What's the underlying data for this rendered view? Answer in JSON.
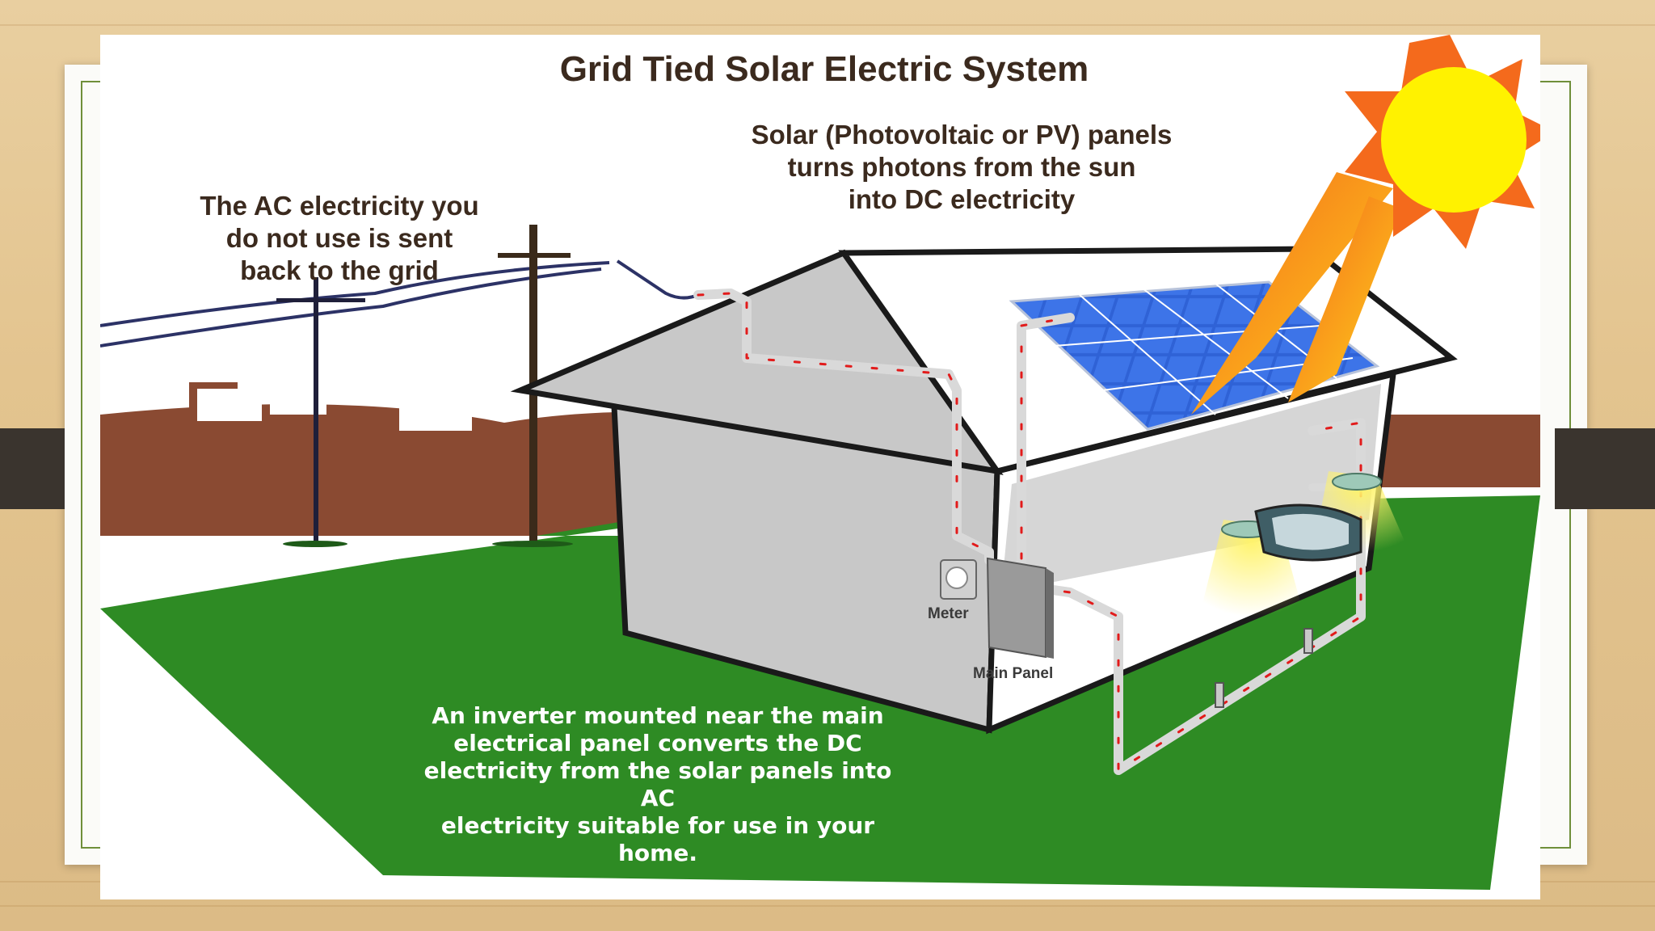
{
  "title": "Grid Tied Solar Electric System",
  "captions": {
    "pv_panels": [
      "Solar (Photovoltaic or PV) panels",
      "turns photons from the sun",
      "into DC electricity"
    ],
    "grid": [
      "The AC electricity you",
      "do not use is sent",
      "back to the grid"
    ],
    "inverter": [
      "An inverter mounted near the main",
      "electrical panel converts the DC",
      "electricity from the solar panels into AC",
      "electricity suitable for use in your home."
    ]
  },
  "labels": {
    "meter": "Meter",
    "main_panel": "Main Panel"
  },
  "colors": {
    "ground": "#2e8b24",
    "hills": "#8a4a32",
    "house": "#c8c8c8",
    "roof": "#ffffff",
    "solar_panel": "#2f62d6",
    "sun": "#fff200",
    "sun_rays": "#f46a1c",
    "wire": "#d9d9d9",
    "wire_arrow": "#e21b1b",
    "text": "#3b2a1e"
  }
}
